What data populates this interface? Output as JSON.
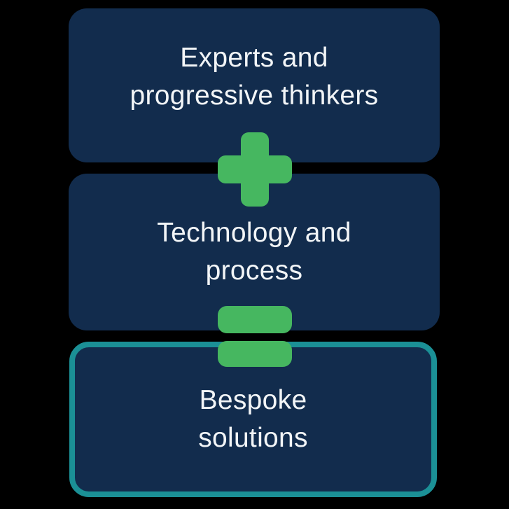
{
  "diagram": {
    "title": "",
    "type": "equation-flow",
    "boxes": [
      {
        "id": "experts",
        "lines": [
          "Experts and",
          "progressive thinkers"
        ],
        "highlighted": false
      },
      {
        "id": "technology",
        "lines": [
          "Technology and",
          "process"
        ],
        "highlighted": false
      },
      {
        "id": "bespoke",
        "lines": [
          "Bespoke",
          "solutions"
        ],
        "highlighted": true
      }
    ],
    "operators": [
      {
        "type": "plus",
        "symbol": "+"
      },
      {
        "type": "equals",
        "symbol": "="
      }
    ]
  },
  "colors": {
    "background": "#000000",
    "box_fill": "#122C4D",
    "accent_green": "#46B760",
    "highlight_border_teal": "#1B9096",
    "text": "#F2F5F7"
  }
}
